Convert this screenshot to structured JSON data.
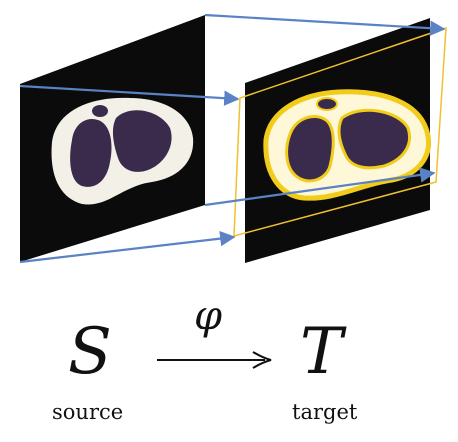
{
  "formula": {
    "source_symbol": "S",
    "target_symbol": "T",
    "map_symbol": "φ",
    "source_caption": "source",
    "target_caption": "target"
  },
  "colors": {
    "panel": "#0b0b0b",
    "tissue": "#f3f0e8",
    "organ": "#3a2a4c",
    "highlight": "#f2cc1b",
    "highlight_fill": "#fff8d8",
    "mapping_arrow": "#5a82c4",
    "outline": "#f0c030"
  }
}
